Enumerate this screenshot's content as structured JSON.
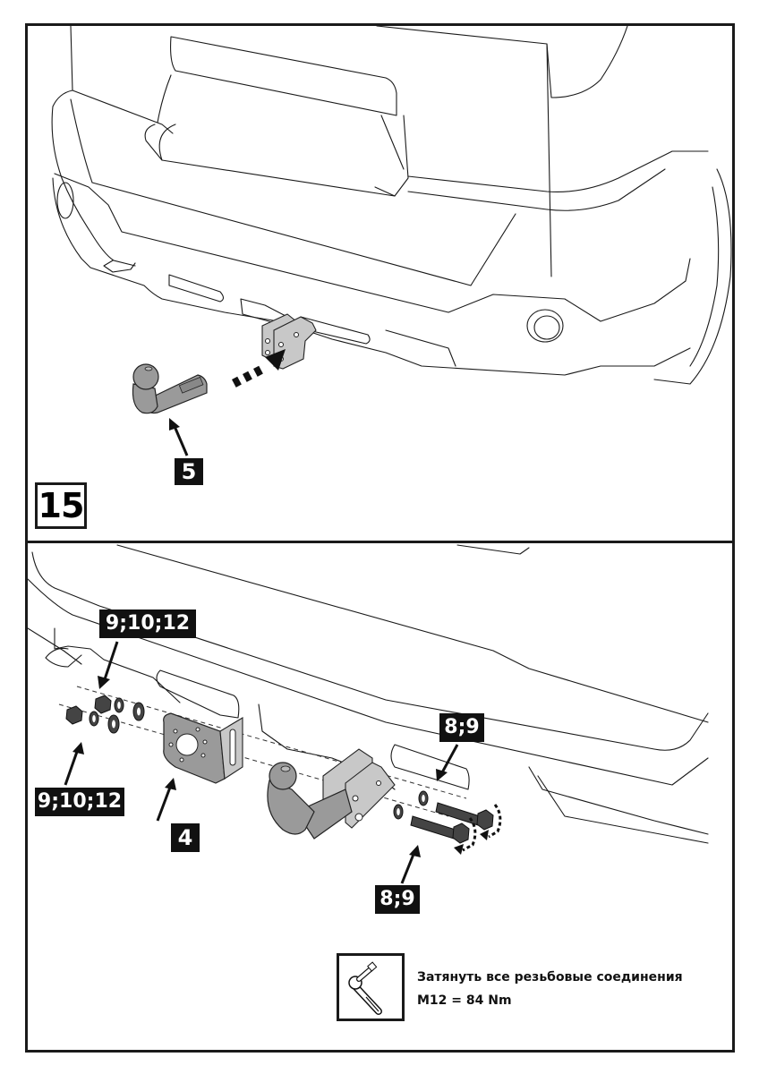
{
  "step": {
    "number": "15"
  },
  "top_panel": {
    "callouts": [
      {
        "id": "part-5",
        "label": "5"
      }
    ],
    "action": "insert-ball-neck-into-receiver"
  },
  "bottom_panel": {
    "callouts": [
      {
        "id": "nuts-washers-upper",
        "label": "9;10;12"
      },
      {
        "id": "nuts-washers-lower",
        "label": "9;10;12"
      },
      {
        "id": "socket-bracket",
        "label": "4"
      },
      {
        "id": "bolts-upper",
        "label": "8;9"
      },
      {
        "id": "bolts-lower",
        "label": "8;9"
      }
    ]
  },
  "torque_note": {
    "icon": "torque-wrench-icon",
    "line1": "Затянуть все резьбовые соединения",
    "line2": "M12 = 84 Nm"
  },
  "colors": {
    "frame": "#1a1a1a",
    "part_fill": "#9a9a9a",
    "label_bg": "#111111",
    "label_text": "#ffffff"
  }
}
